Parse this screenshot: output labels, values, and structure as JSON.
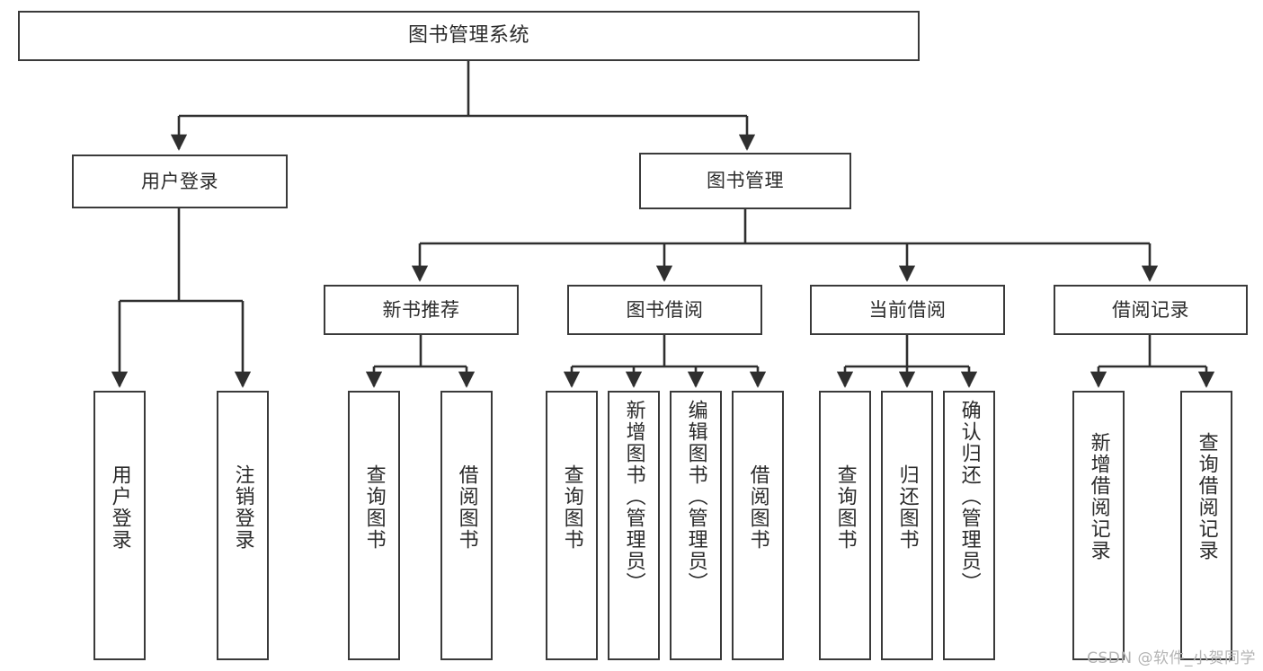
{
  "diagram": {
    "type": "tree",
    "title": "图书管理系统",
    "watermark": "CSDN @软件_小贺同学",
    "colors": {
      "box_border": "#3a3a3a",
      "box_fill": "#ffffff",
      "line": "#2f2f2f",
      "text": "#2b2b2b",
      "watermark": "#b4b4b4",
      "background": "#ffffff"
    },
    "root": {
      "label": "图书管理系统"
    },
    "level2": [
      {
        "label": "用户登录"
      },
      {
        "label": "图书管理"
      }
    ],
    "level3": [
      {
        "label": "新书推荐"
      },
      {
        "label": "图书借阅"
      },
      {
        "label": "当前借阅"
      },
      {
        "label": "借阅记录"
      }
    ],
    "leaves": {
      "user_login": [
        {
          "label": "用户登录"
        },
        {
          "label": "注销登录"
        }
      ],
      "new_book_recommend": [
        {
          "label": "查询图书"
        },
        {
          "label": "借阅图书"
        }
      ],
      "book_borrow": [
        {
          "label": "查询图书"
        },
        {
          "label": "新增图书（管理员）"
        },
        {
          "label": "编辑图书（管理员）"
        },
        {
          "label": "借阅图书"
        }
      ],
      "current_borrow": [
        {
          "label": "查询图书"
        },
        {
          "label": "归还图书"
        },
        {
          "label": "确认归还（管理员）"
        }
      ],
      "borrow_records": [
        {
          "label": "新增借阅记录"
        },
        {
          "label": "查询借阅记录"
        }
      ]
    }
  }
}
